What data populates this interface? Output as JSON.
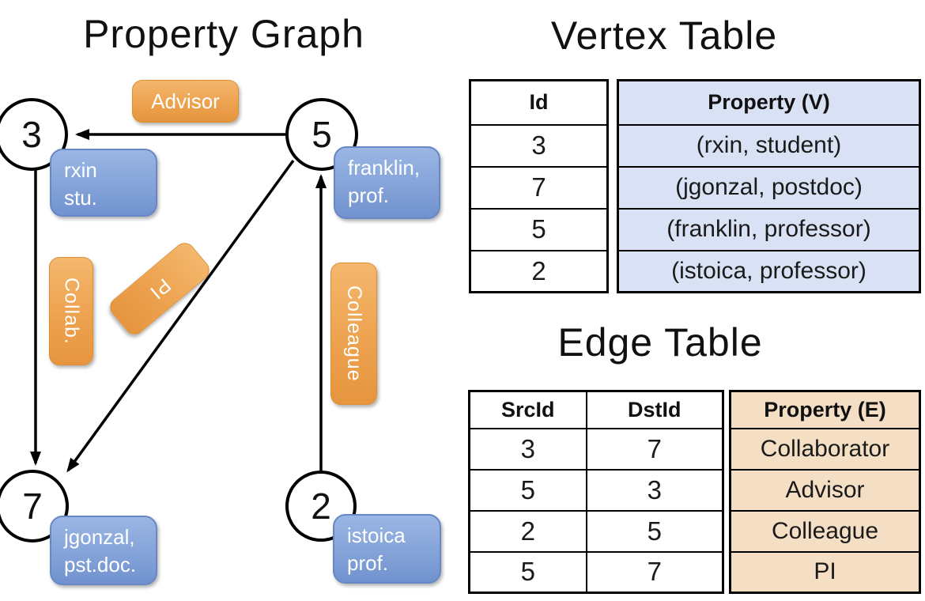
{
  "graph": {
    "title": "Property Graph",
    "vertices": [
      {
        "id": "3",
        "label_lines": [
          "rxin",
          "stu."
        ]
      },
      {
        "id": "5",
        "label_lines": [
          "franklin,",
          "prof."
        ]
      },
      {
        "id": "7",
        "label_lines": [
          "jgonzal,",
          "pst.doc."
        ]
      },
      {
        "id": "2",
        "label_lines": [
          "istoica",
          "prof."
        ]
      }
    ],
    "edges": [
      {
        "src": "5",
        "dst": "3",
        "label": "Advisor"
      },
      {
        "src": "3",
        "dst": "7",
        "label": "Collab."
      },
      {
        "src": "5",
        "dst": "7",
        "label": "PI"
      },
      {
        "src": "2",
        "dst": "5",
        "label": "Colleague"
      }
    ]
  },
  "vertex_table": {
    "title": "Vertex Table",
    "columns": [
      "Id",
      "Property (V)"
    ],
    "rows": [
      [
        "3",
        "(rxin, student)"
      ],
      [
        "7",
        "(jgonzal, postdoc)"
      ],
      [
        "5",
        "(franklin, professor)"
      ],
      [
        "2",
        "(istoica, professor)"
      ]
    ]
  },
  "edge_table": {
    "title": "Edge Table",
    "columns": [
      "SrcId",
      "DstId",
      "Property (E)"
    ],
    "rows": [
      [
        "3",
        "7",
        "Collaborator"
      ],
      [
        "5",
        "3",
        "Advisor"
      ],
      [
        "2",
        "5",
        "Colleague"
      ],
      [
        "5",
        "7",
        "PI"
      ]
    ]
  },
  "colors": {
    "edge_label_fill": "#eda24f",
    "vertex_label_fill": "#84a3d8",
    "vertex_property_fill": "#d9e2f4",
    "edge_property_fill": "#f5dfc4",
    "line_color": "#000000"
  }
}
